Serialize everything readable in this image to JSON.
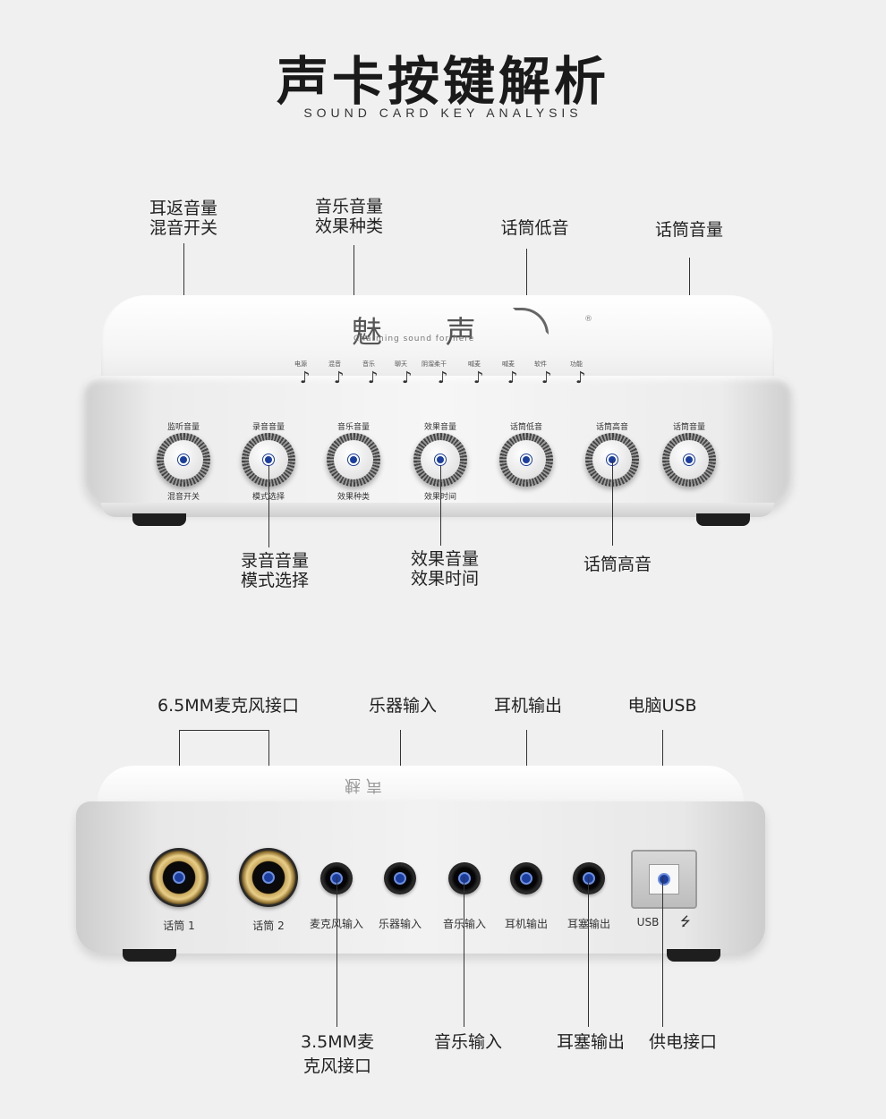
{
  "title": "声卡按键解析",
  "subtitle": "SOUND CARD KEY ANALYSIS",
  "front": {
    "brand": "魅 声",
    "brand_sub": "Charming sound for here",
    "brand_reg": "®",
    "leds": [
      "电源",
      "混音",
      "音乐",
      "聊天",
      "阴溜柔干",
      "喊麦",
      "喊麦",
      "软件",
      "功能"
    ],
    "led_note": "♪",
    "knobs": [
      {
        "top": "监听音量",
        "bottom": "混音开关"
      },
      {
        "top": "录音音量",
        "bottom": "模式选择"
      },
      {
        "top": "音乐音量",
        "bottom": "效果种类"
      },
      {
        "top": "效果音量",
        "bottom": "效果时间"
      },
      {
        "top": "话筒低音",
        "bottom": ""
      },
      {
        "top": "话筒高音",
        "bottom": ""
      },
      {
        "top": "话筒音量",
        "bottom": ""
      }
    ],
    "callouts_top": [
      {
        "line1": "耳返音量",
        "line2": "混音开关"
      },
      {
        "line1": "音乐音量",
        "line2": "效果种类"
      },
      {
        "line1": "话筒低音"
      },
      {
        "line1": "话筒音量"
      }
    ],
    "callouts_bottom": [
      {
        "line1": "录音音量",
        "line2": "模式选择"
      },
      {
        "line1": "效果音量",
        "line2": "效果时间"
      },
      {
        "line1": "话筒高音"
      }
    ]
  },
  "rear": {
    "brand": "魅声",
    "ports": [
      {
        "label": "话筒 1"
      },
      {
        "label": "话筒 2"
      },
      {
        "label": "麦克风输入"
      },
      {
        "label": "乐器输入"
      },
      {
        "label": "音乐输入"
      },
      {
        "label": "耳机输出"
      },
      {
        "label": "耳塞输出"
      },
      {
        "label": "USB"
      }
    ],
    "usb_symbol": "⭍",
    "callouts_top": [
      {
        "line1": "6.5MM麦克风接口"
      },
      {
        "line1": "乐器输入"
      },
      {
        "line1": "耳机输出"
      },
      {
        "line1": "电脑USB"
      }
    ],
    "callouts_bottom": [
      {
        "line1": "3.5MM麦",
        "line2": "克风接口"
      },
      {
        "line1": "音乐输入"
      },
      {
        "line1": "耳塞输出"
      },
      {
        "line1": "供电接口"
      }
    ]
  }
}
